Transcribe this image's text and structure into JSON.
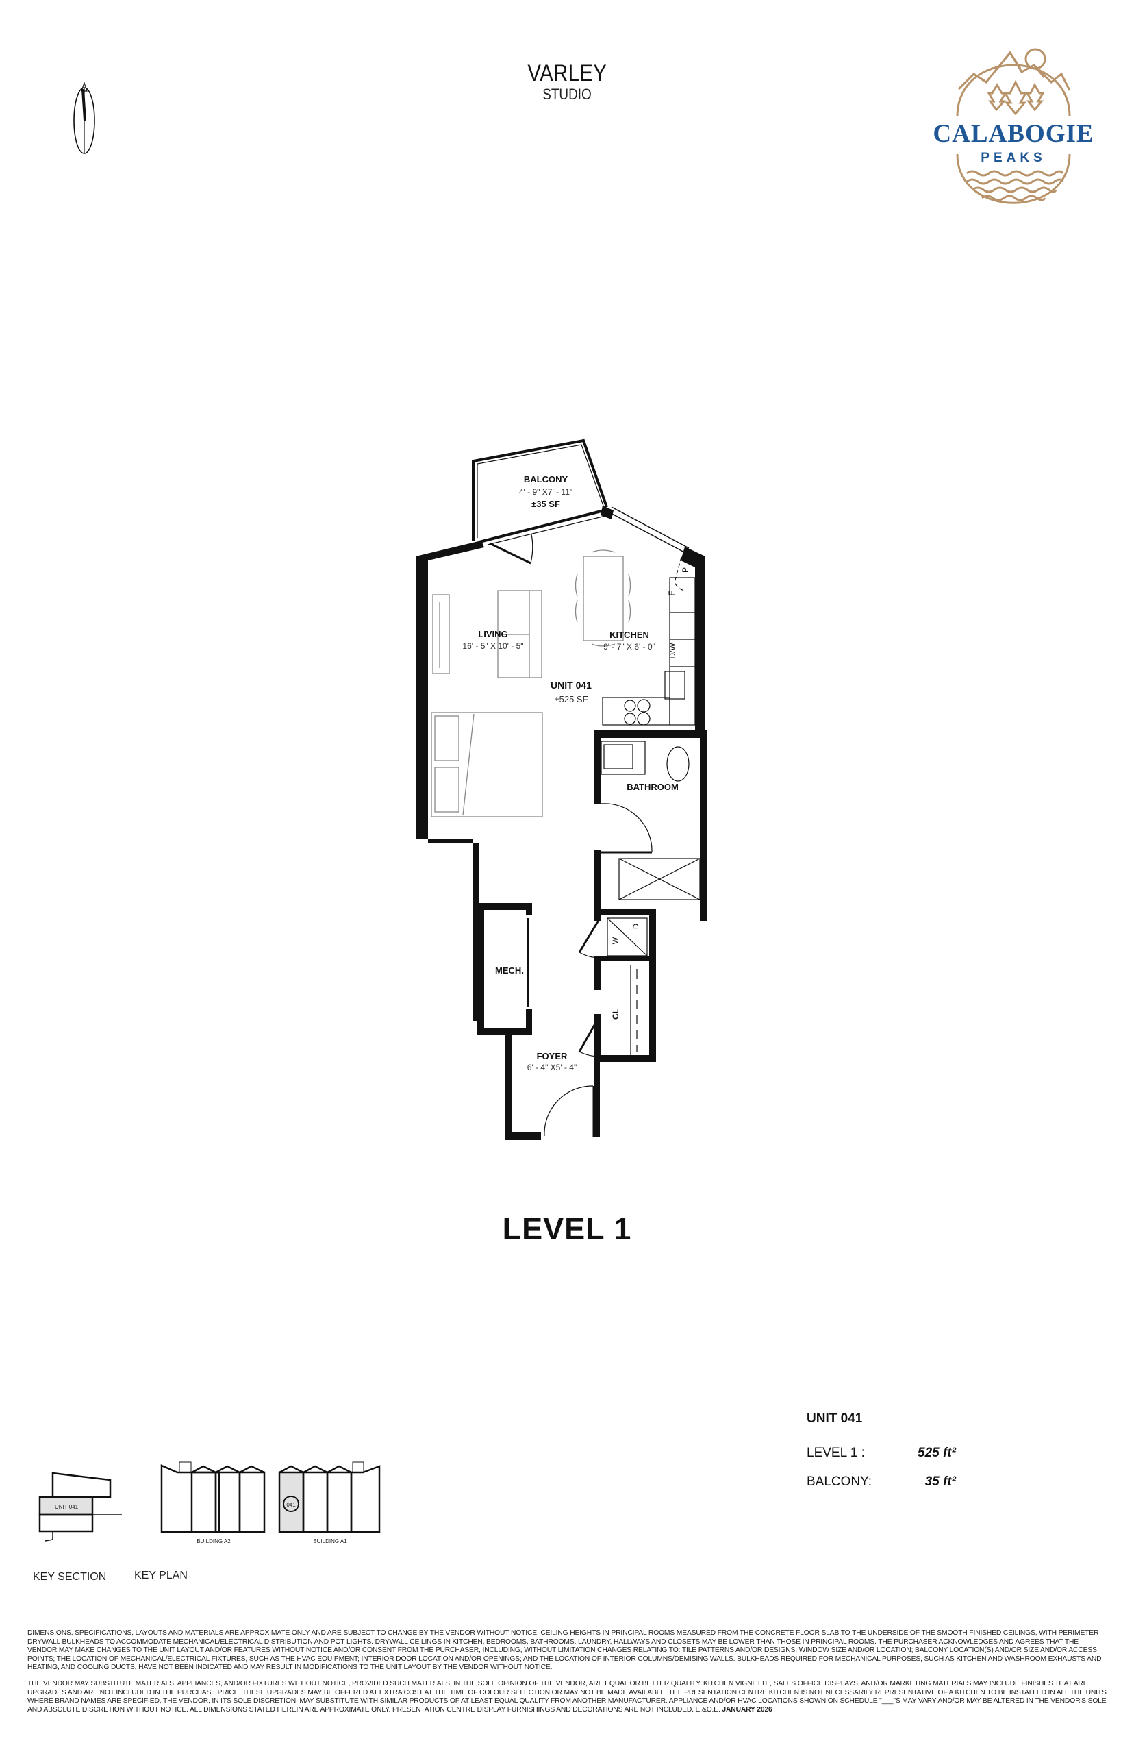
{
  "header": {
    "model_name": "VARLEY",
    "model_type": "STUDIO"
  },
  "logo": {
    "brand_line1": "CALABOGIE",
    "brand_line2": "PEAKS",
    "colors": {
      "gold": "#B8936A",
      "blue": "#1F5796"
    }
  },
  "compass": {
    "icon": "north-arrow-icon"
  },
  "floor_plan": {
    "rooms": {
      "balcony": {
        "name": "BALCONY",
        "dims": "4' - 9\" X7' - 11\"",
        "area": "±35 SF"
      },
      "living": {
        "name": "LIVING",
        "dims": "16' - 5\" X 10' - 5\""
      },
      "kitchen": {
        "name": "KITCHEN",
        "dims": "9' - 7\" X 6' - 0\""
      },
      "unit": {
        "name": "UNIT 041",
        "area": "±525 SF"
      },
      "bathroom": {
        "name": "BATHROOM"
      },
      "mech": {
        "name": "MECH."
      },
      "foyer": {
        "name": "FOYER",
        "dims": "6' - 4\" X5' - 4\""
      },
      "closet": {
        "name": "CL"
      }
    },
    "appliance_labels": {
      "pantry": "P",
      "fridge": "F",
      "dishwasher": "D/W",
      "washer": "W",
      "dryer": "D"
    }
  },
  "level_title": "LEVEL 1",
  "unit_summary": {
    "title": "UNIT 041",
    "rows": [
      {
        "label": "LEVEL 1 :",
        "value": "525 ft²"
      },
      {
        "label": "BALCONY:",
        "value": "35 ft²"
      }
    ]
  },
  "key_section": {
    "caption": "KEY SECTION",
    "unit_label": "UNIT 041"
  },
  "key_plan": {
    "caption": "KEY PLAN",
    "building_a2": "BUILDING A2",
    "building_a1": "BUILDING A1",
    "unit_marker": "041",
    "highlight_color": "#E2E2E2"
  },
  "disclaimer": {
    "paragraph1": "DIMENSIONS, SPECIFICATIONS, LAYOUTS AND MATERIALS ARE APPROXIMATE ONLY AND ARE SUBJECT TO CHANGE BY THE VENDOR WITHOUT NOTICE. CEILING HEIGHTS IN PRINCIPAL ROOMS MEASURED FROM THE CONCRETE FLOOR SLAB TO THE UNDERSIDE OF THE SMOOTH FINISHED CEILINGS, WITH PERIMETER DRYWALL BULKHEADS TO ACCOMMODATE MECHANICAL/ELECTRICAL DISTRIBUTION AND POT LIGHTS. DRYWALL CEILINGS IN KITCHEN, BEDROOMS, BATHROOMS, LAUNDRY, HALLWAYS AND CLOSETS MAY BE LOWER THAN THOSE IN PRINCIPAL ROOMS. THE PURCHASER ACKNOWLEDGES AND AGREES THAT THE VENDOR MAY MAKE CHANGES TO THE UNIT LAYOUT AND/OR FEATURES WITHOUT NOTICE AND/OR CONSENT FROM THE PURCHASER, INCLUDING, WITHOUT LIMITATION CHANGES RELATING TO: TILE PATTERNS AND/OR DESIGNS; WINDOW SIZE AND/OR LOCATION; BALCONY LOCATION(S) AND/OR SIZE AND/OR ACCESS POINTS; THE LOCATION OF MECHANICAL/ELECTRICAL FIXTURES, SUCH AS THE HVAC EQUIPMENT; INTERIOR DOOR LOCATION AND/OR OPENINGS; AND THE LOCATION OF INTERIOR COLUMNS/DEMISING WALLS. BULKHEADS REQUIRED FOR MECHANICAL PURPOSES, SUCH AS KITCHEN AND WASHROOM EXHAUSTS AND HEATING, AND COOLING DUCTS, HAVE NOT BEEN INDICATED AND MAY RESULT IN MODIFICATIONS TO THE UNIT LAYOUT BY THE VENDOR WITHOUT NOTICE.",
    "paragraph2": "THE VENDOR MAY SUBSTITUTE MATERIALS, APPLIANCES, AND/OR FIXTURES WITHOUT NOTICE, PROVIDED SUCH MATERIALS, IN THE SOLE OPINION OF THE VENDOR, ARE EQUAL OR BETTER QUALITY. KITCHEN VIGNETTE, SALES OFFICE DISPLAYS, AND/OR MARKETING MATERIALS MAY INCLUDE FINISHES THAT ARE UPGRADES AND ARE NOT INCLUDED IN THE PURCHASE PRICE. THESE UPGRADES MAY BE OFFERED AT EXTRA COST AT THE TIME OF COLOUR SELECTION OR MAY NOT BE MADE AVAILABLE. THE PRESENTATION CENTRE KITCHEN IS NOT NECESSARILY REPRESENTATIVE OF A KITCHEN TO BE INSTALLED IN ALL THE UNITS. WHERE BRAND NAMES ARE SPECIFIED, THE VENDOR, IN ITS SOLE DISCRETION, MAY SUBSTITUTE WITH SIMILAR PRODUCTS OF AT LEAST EQUAL QUALITY FROM ANOTHER MANUFACTURER. APPLIANCE AND/OR HVAC LOCATIONS SHOWN ON SCHEDULE \"___\"S MAY VARY AND/OR MAY BE ALTERED IN THE VENDOR'S SOLE AND ABSOLUTE DISCRETION WITHOUT NOTICE. ALL DIMENSIONS STATED HEREIN ARE APPROXIMATE ONLY. PRESENTATION CENTRE DISPLAY FURNISHINGS AND DECORATIONS ARE NOT INCLUDED. E.&O.E.",
    "date": "JANUARY 2026"
  }
}
